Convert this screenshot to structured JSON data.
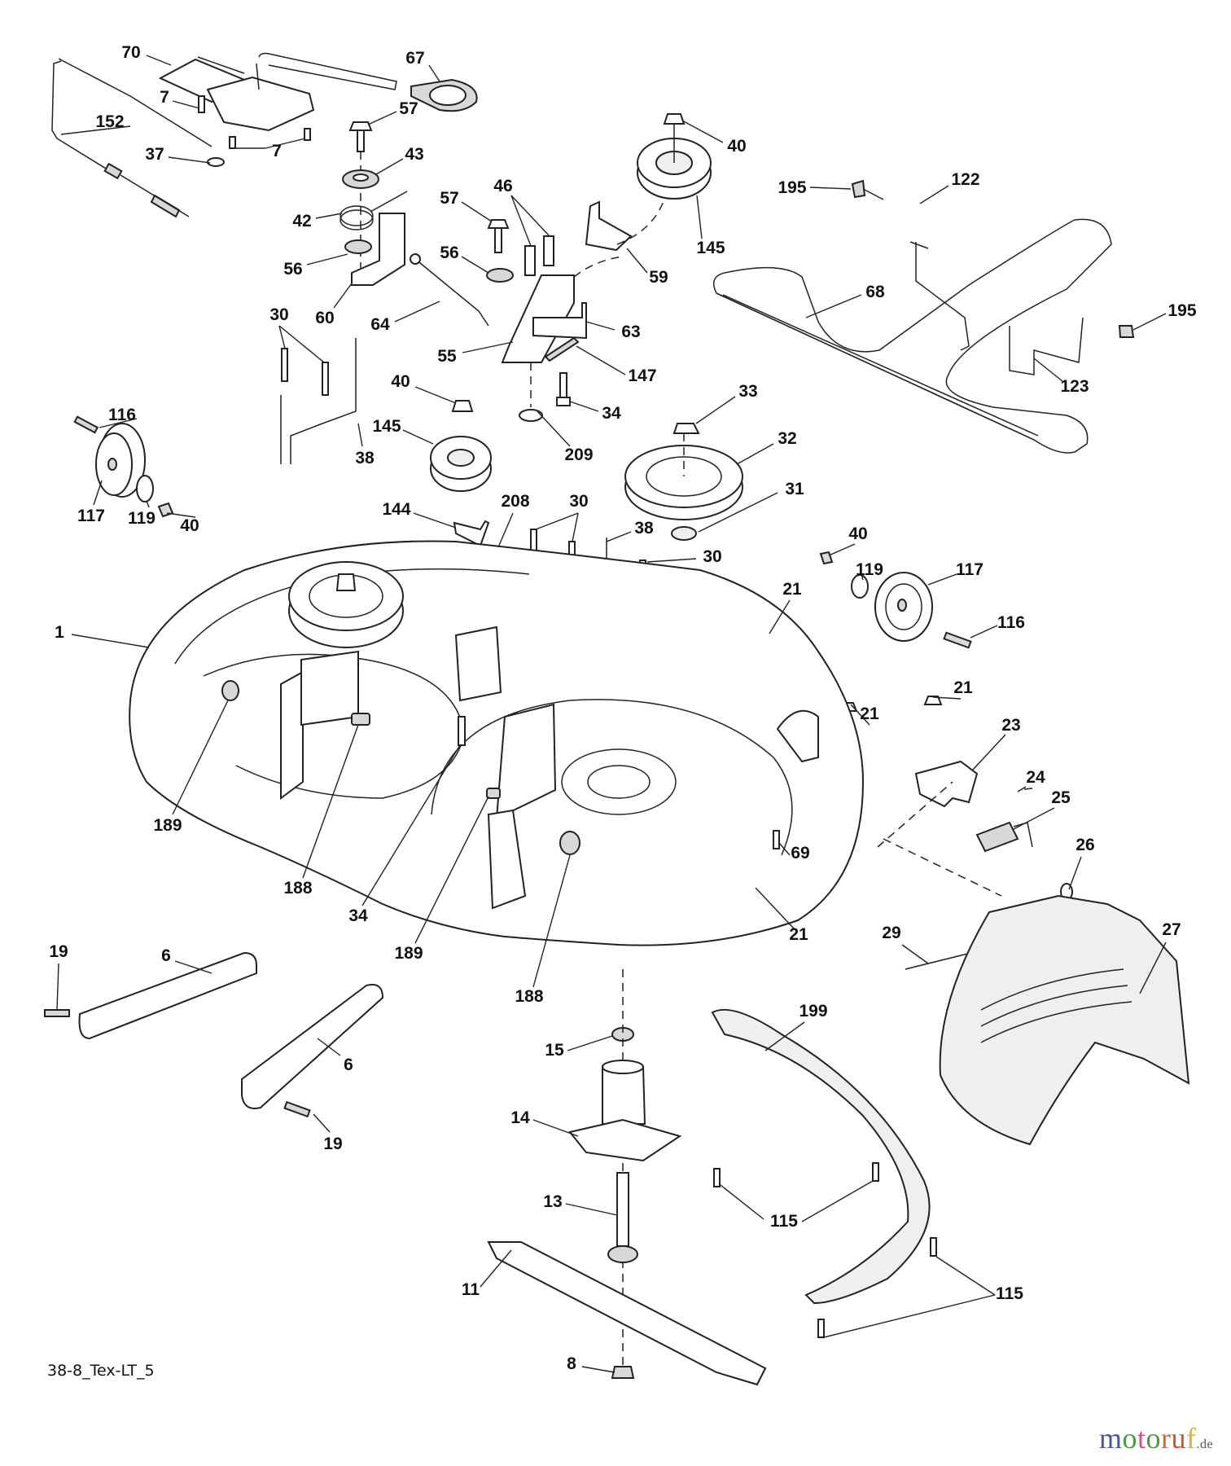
{
  "diagram": {
    "title_code": "38-8_Tex-LT_5",
    "logo": {
      "letters": [
        {
          "ch": "m",
          "color": "#3b5ba9"
        },
        {
          "ch": "o",
          "color": "#4a9a3e"
        },
        {
          "ch": "t",
          "color": "#d24f8f"
        },
        {
          "ch": "o",
          "color": "#4a9a3e"
        },
        {
          "ch": "r",
          "color": "#e0652a"
        },
        {
          "ch": "u",
          "color": "#e44b2c"
        },
        {
          "ch": "f",
          "color": "#e8b32a"
        }
      ],
      "tld": ".de"
    },
    "callouts": [
      {
        "id": "c1",
        "label": "70"
      },
      {
        "id": "c2",
        "label": "67"
      },
      {
        "id": "c3",
        "label": "7"
      },
      {
        "id": "c4",
        "label": "152"
      },
      {
        "id": "c5",
        "label": "57"
      },
      {
        "id": "c6",
        "label": "37"
      },
      {
        "id": "c7",
        "label": "7"
      },
      {
        "id": "c8",
        "label": "40"
      },
      {
        "id": "c9",
        "label": "43"
      },
      {
        "id": "c10",
        "label": "122"
      },
      {
        "id": "c11",
        "label": "195"
      },
      {
        "id": "c12",
        "label": "42"
      },
      {
        "id": "c13",
        "label": "57"
      },
      {
        "id": "c14",
        "label": "46"
      },
      {
        "id": "c15",
        "label": "56"
      },
      {
        "id": "c16",
        "label": "56"
      },
      {
        "id": "c17",
        "label": "59"
      },
      {
        "id": "c18",
        "label": "145"
      },
      {
        "id": "c19",
        "label": "68"
      },
      {
        "id": "c20",
        "label": "195"
      },
      {
        "id": "c21",
        "label": "60"
      },
      {
        "id": "c22",
        "label": "64"
      },
      {
        "id": "c23",
        "label": "63"
      },
      {
        "id": "c24",
        "label": "30"
      },
      {
        "id": "c25",
        "label": "55"
      },
      {
        "id": "c26",
        "label": "147"
      },
      {
        "id": "c27",
        "label": "123"
      },
      {
        "id": "c28",
        "label": "40"
      },
      {
        "id": "c29",
        "label": "33"
      },
      {
        "id": "c30",
        "label": "34"
      },
      {
        "id": "c31",
        "label": "116"
      },
      {
        "id": "c32",
        "label": "145"
      },
      {
        "id": "c33",
        "label": "38"
      },
      {
        "id": "c34",
        "label": "32"
      },
      {
        "id": "c35",
        "label": "209"
      },
      {
        "id": "c36",
        "label": "117"
      },
      {
        "id": "c37",
        "label": "119"
      },
      {
        "id": "c38",
        "label": "40"
      },
      {
        "id": "c39",
        "label": "31"
      },
      {
        "id": "c40",
        "label": "144"
      },
      {
        "id": "c41",
        "label": "208"
      },
      {
        "id": "c42",
        "label": "30"
      },
      {
        "id": "c43",
        "label": "38"
      },
      {
        "id": "c44",
        "label": "30"
      },
      {
        "id": "c45",
        "label": "40"
      },
      {
        "id": "c46",
        "label": "119"
      },
      {
        "id": "c47",
        "label": "117"
      },
      {
        "id": "c48",
        "label": "1"
      },
      {
        "id": "c49",
        "label": "21"
      },
      {
        "id": "c50",
        "label": "116"
      },
      {
        "id": "c51",
        "label": "21"
      },
      {
        "id": "c52",
        "label": "23"
      },
      {
        "id": "c53",
        "label": "21"
      },
      {
        "id": "c54",
        "label": "24"
      },
      {
        "id": "c55",
        "label": "25"
      },
      {
        "id": "c56",
        "label": "189"
      },
      {
        "id": "c57",
        "label": "188"
      },
      {
        "id": "c58",
        "label": "34"
      },
      {
        "id": "c59",
        "label": "69"
      },
      {
        "id": "c60",
        "label": "26"
      },
      {
        "id": "c61",
        "label": "189"
      },
      {
        "id": "c62",
        "label": "21"
      },
      {
        "id": "c63",
        "label": "29"
      },
      {
        "id": "c64",
        "label": "27"
      },
      {
        "id": "c65",
        "label": "188"
      },
      {
        "id": "c66",
        "label": "19"
      },
      {
        "id": "c67",
        "label": "6"
      },
      {
        "id": "c68",
        "label": "199"
      },
      {
        "id": "c69",
        "label": "15"
      },
      {
        "id": "c70",
        "label": "6"
      },
      {
        "id": "c71",
        "label": "14"
      },
      {
        "id": "c72",
        "label": "19"
      },
      {
        "id": "c73",
        "label": "13"
      },
      {
        "id": "c74",
        "label": "115"
      },
      {
        "id": "c75",
        "label": "11"
      },
      {
        "id": "c76",
        "label": "115"
      },
      {
        "id": "c77",
        "label": "8"
      }
    ]
  }
}
